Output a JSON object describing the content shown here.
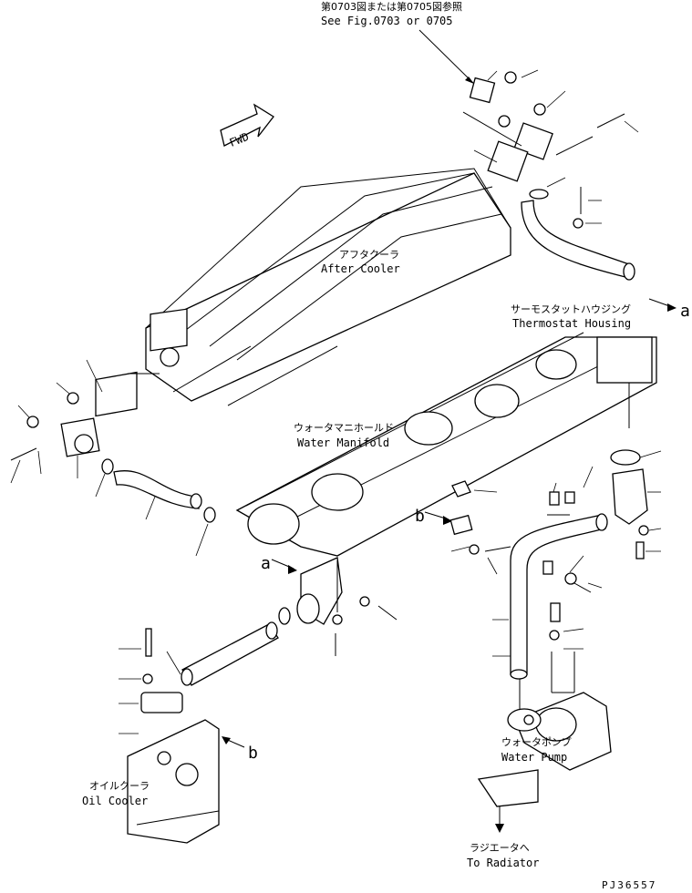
{
  "header_note": {
    "jp": "第0703図または第0705図参照",
    "en": "See Fig.0703 or 0705"
  },
  "fwd_label": "FWD",
  "labels": {
    "after_cooler": {
      "jp": "アフタクーラ",
      "en": "After Cooler"
    },
    "thermostat_housing": {
      "jp": "サーモスタットハウジング",
      "en": "Thermostat Housing"
    },
    "water_manifold": {
      "jp": "ウォータマニホールド",
      "en": "Water Manifold"
    },
    "water_pump": {
      "jp": "ウォータポンプ",
      "en": "Water Pump"
    },
    "oil_cooler": {
      "jp": "オイルクーラ",
      "en": "Oil Cooler"
    },
    "radiator": {
      "jp": "ラジエータへ",
      "en": "To Radiator"
    }
  },
  "connectors": {
    "a_right": "a",
    "a_left": "a",
    "b_upper": "b",
    "b_lower": "b"
  },
  "drawing_code": "PJ36557"
}
